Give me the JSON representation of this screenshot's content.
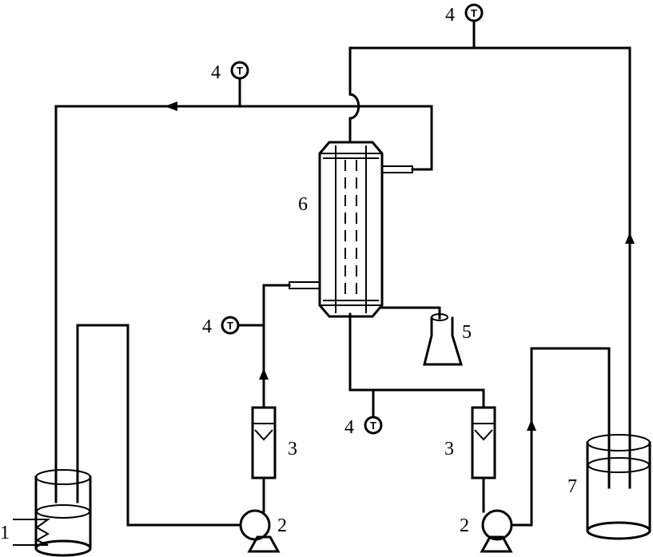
{
  "labels": {
    "heater": "1",
    "pump": "2",
    "flowmeter": "3",
    "thermometer": "4",
    "collection_flask": "5",
    "module": "6",
    "cold_tank": "7"
  },
  "thermometer_symbol": "T",
  "icons": {
    "thermometer": "thermometer-icon",
    "pump": "pump-icon",
    "flowmeter": "flowmeter-icon",
    "beaker": "beaker-icon",
    "flask": "flask-icon",
    "heater": "heater-coil-icon",
    "flow_arrow": "flow-arrow-icon"
  }
}
